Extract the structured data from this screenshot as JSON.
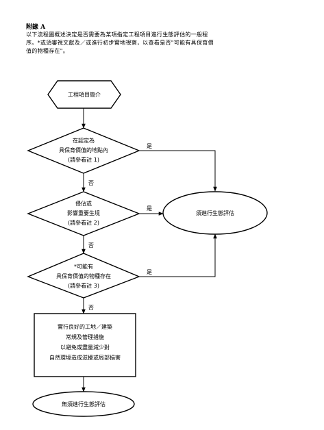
{
  "appendix": {
    "heading": "附錄 A",
    "intro_lines": [
      "以下流程圖概述決定是否需要為某項指定工程項目進行生態評估的一般程",
      "序。*或須審視文獻及／或進行初步實地視察，以查看是否\"可能有具保育價",
      "值的物種存在\"。"
    ]
  },
  "flowchart": {
    "start": "工程項目簡介",
    "decision1": [
      "在認定為",
      "具保育價值的地點內",
      "(請參看註 1)"
    ],
    "decision2": [
      "侵佔或",
      "影響重要生境",
      "(請參看註 2)"
    ],
    "decision3": [
      "*可能有",
      "具保育價值的物種存在",
      "(請參看註 3)"
    ],
    "yes_label": "是",
    "no_label": "否",
    "assessment": "須進行生態評估",
    "practice_box": [
      "實行良好的工地／建築",
      "常規及管理措施",
      "以避免或盡量減少對",
      "自然環境造成滋擾或局部損害"
    ],
    "end": "無須進行生態評估"
  }
}
